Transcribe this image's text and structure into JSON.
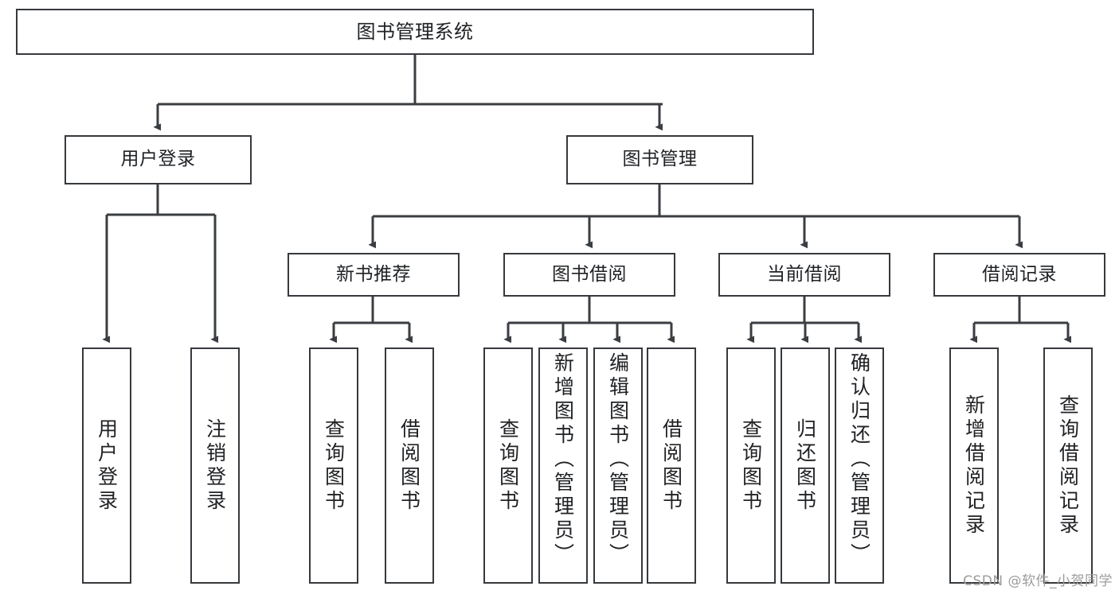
{
  "diagram": {
    "type": "tree-hierarchy",
    "title": "图书管理系统",
    "watermark": "CSDN @软件_小贺同学",
    "colors": {
      "node_border": "#36393d",
      "node_fill": "#ffffff",
      "edge": "#3a3d41",
      "text": "#1f2124",
      "watermark": "#9c9c9c",
      "background": "#ffffff"
    },
    "nodes": {
      "root": {
        "label": "图书管理系统"
      },
      "level2": [
        {
          "id": "user-login",
          "label": "用户登录"
        },
        {
          "id": "book-manage",
          "label": "图书管理"
        }
      ],
      "level3": [
        {
          "id": "new-book-recommend",
          "label": "新书推荐"
        },
        {
          "id": "book-borrow",
          "label": "图书借阅"
        },
        {
          "id": "current-borrow",
          "label": "当前借阅"
        },
        {
          "id": "borrow-record",
          "label": "借阅记录"
        }
      ],
      "leaves": {
        "user-login": [
          {
            "id": "leaf-user-login",
            "label": "用户登录"
          },
          {
            "id": "leaf-logout-login",
            "label": "注销登录"
          }
        ],
        "new-book-recommend": [
          {
            "id": "leaf-query-book-1",
            "label": "查询图书"
          },
          {
            "id": "leaf-borrow-book-1",
            "label": "借阅图书"
          }
        ],
        "book-borrow": [
          {
            "id": "leaf-query-book-2",
            "label": "查询图书"
          },
          {
            "id": "leaf-add-book",
            "label": "新增图书（管理员）"
          },
          {
            "id": "leaf-edit-book",
            "label": "编辑图书（管理员）"
          },
          {
            "id": "leaf-borrow-book-2",
            "label": "借阅图书"
          }
        ],
        "current-borrow": [
          {
            "id": "leaf-query-book-3",
            "label": "查询图书"
          },
          {
            "id": "leaf-return-book",
            "label": "归还图书"
          },
          {
            "id": "leaf-confirm-return",
            "label": "确认归还（管理员）"
          }
        ],
        "borrow-record": [
          {
            "id": "leaf-add-record",
            "label": "新增借阅记录"
          },
          {
            "id": "leaf-query-record",
            "label": "查询借阅记录"
          }
        ]
      }
    }
  }
}
